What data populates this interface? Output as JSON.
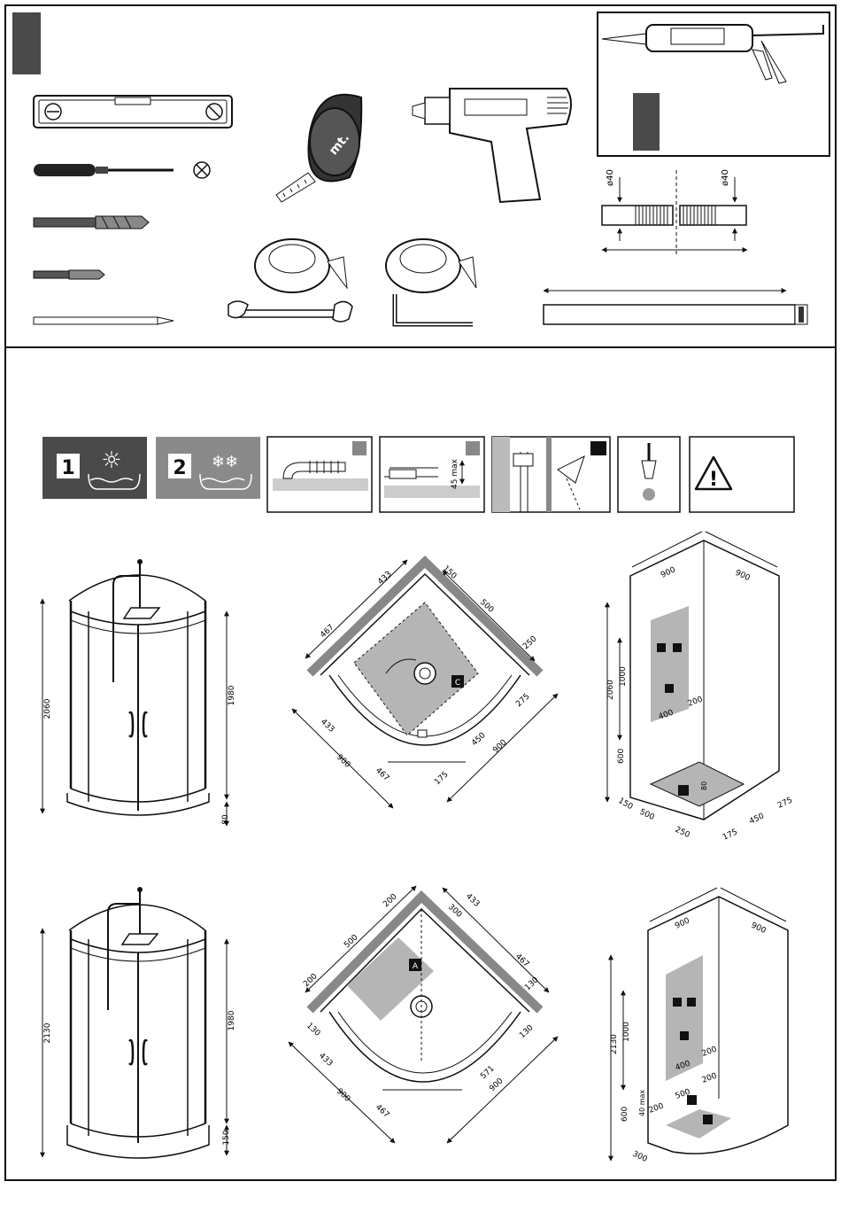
{
  "tools": {
    "tape_label": "mt.",
    "pipe_diameter_left": "ø40",
    "pipe_diameter_right": "ø40"
  },
  "icons": {
    "step1_number": "1",
    "step1_symbol": "☼",
    "step2_number": "2",
    "step2_symbol": "❄❄",
    "max_label": "45 max",
    "warning_symbol": "!"
  },
  "row1": {
    "front": {
      "height_total": "2060",
      "height_glass": "1980",
      "base": "80"
    },
    "plan": {
      "d433_top": "433",
      "d150": "150",
      "d500": "500",
      "d467_left": "467",
      "d250": "250",
      "d275": "275",
      "d433_left": "433",
      "d450": "450",
      "d900_right": "900",
      "d900_left": "900",
      "d467_bottom": "467",
      "d175": "175",
      "badge": "C"
    },
    "iso": {
      "w900a": "900",
      "w900b": "900",
      "h2060": "2060",
      "h1000": "1000",
      "h600": "600",
      "w400": "400",
      "w200": "200",
      "h80": "80",
      "d150": "150",
      "d500": "500",
      "d250": "250",
      "d175": "175",
      "d450": "450",
      "d275": "275"
    }
  },
  "row2": {
    "front": {
      "height_total": "2130",
      "height_glass": "1980",
      "base": "150"
    },
    "plan": {
      "d200_top": "200",
      "d300": "300",
      "d433_top": "433",
      "d500": "500",
      "d467_right": "467",
      "d200_left": "200",
      "d130_right": "130",
      "d130_left": "130",
      "d130_bottom_right": "130",
      "d433_left": "433",
      "d571": "571",
      "d900_left": "900",
      "d900_right": "900",
      "d467_bottom": "467",
      "badge": "A"
    },
    "iso": {
      "w900a": "900",
      "w900b": "900",
      "h2130": "2130",
      "h1000": "1000",
      "h600": "600",
      "h40max": "40 max",
      "w400": "400",
      "w200a": "200",
      "w200b": "200",
      "w500": "500",
      "w200c": "200",
      "d300": "300"
    }
  }
}
